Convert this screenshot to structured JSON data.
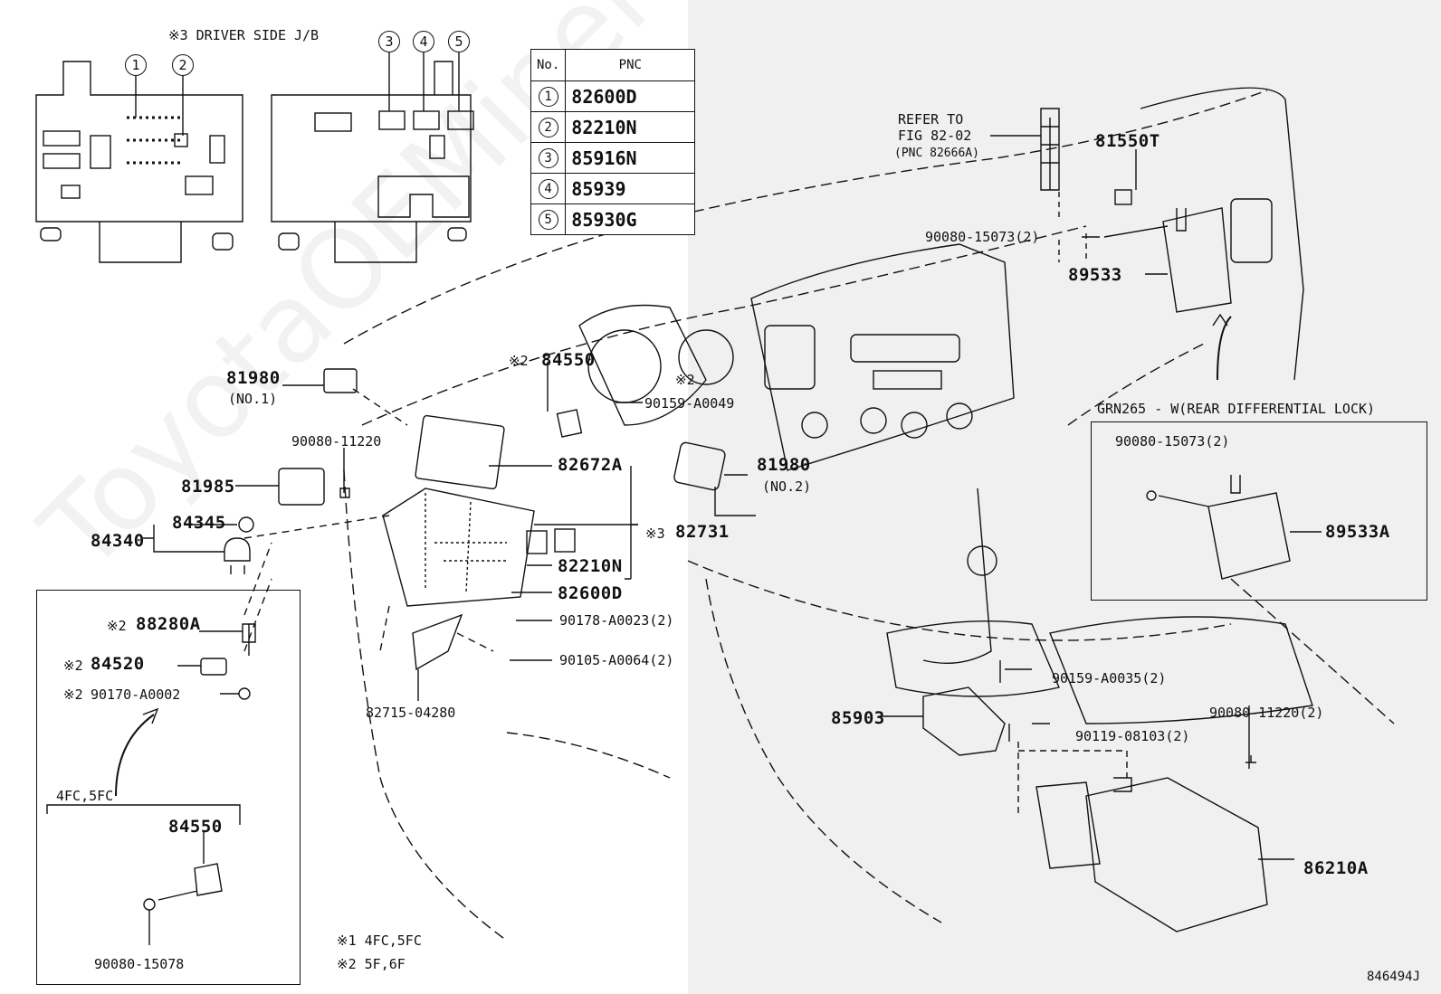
{
  "header": {
    "driver_jb": "※3 DRIVER SIDE J/B"
  },
  "table": {
    "col_no": "No.",
    "col_pnc": "PNC",
    "rows": [
      {
        "no": "1",
        "pnc": "82600D"
      },
      {
        "no": "2",
        "pnc": "82210N"
      },
      {
        "no": "3",
        "pnc": "85916N"
      },
      {
        "no": "4",
        "pnc": "85939"
      },
      {
        "no": "5",
        "pnc": "85930G"
      }
    ]
  },
  "callouts": {
    "c1": "1",
    "c2": "2",
    "c3": "3",
    "c4": "4",
    "c5": "5"
  },
  "refer": {
    "line1": "REFER TO",
    "line2": "FIG 82-02",
    "line3": "(PNC 82666A)"
  },
  "parts": {
    "p81550T": "81550T",
    "p90080_15073_top": "90080-15073(2)",
    "p89533": "89533",
    "p81980_no1": "81980",
    "no1": "(NO.1)",
    "p84550_mark": "※2",
    "p84550": "84550",
    "p90159_mark": "※2",
    "p90159_A0049": "90159-A0049",
    "p90080_11220": "90080-11220",
    "p82672A": "82672A",
    "p81980_no2": "81980",
    "no2": "(NO.2)",
    "p81985": "81985",
    "p84345": "84345",
    "p84340": "84340",
    "p82731_mark": "※3",
    "p82731": "82731",
    "p82210N": "82210N",
    "p82600D": "82600D",
    "p90178": "90178-A0023(2)",
    "p90105": "90105-A0064(2)",
    "p82715": "82715-04280",
    "p88280A_mark": "※2",
    "p88280A": "88280A",
    "p84520_mark": "※2",
    "p84520": "84520",
    "p90170_mark": "※2",
    "p90170": "90170-A0002",
    "fc_variant": "4FC,5FC",
    "p84550_inset": "84550",
    "p90080_15078": "90080-15078",
    "p90159_A0035": "90159-A0035(2)",
    "p85903": "85903",
    "p90119": "90119-08103(2)",
    "p90080_11220_2": "90080-11220(2)",
    "p86210A": "86210A"
  },
  "grn": {
    "title": "GRN265 - W(REAR DIFFERENTIAL LOCK)",
    "p90080": "90080-15073(2)",
    "p89533A": "89533A"
  },
  "notes": {
    "n1": "※1 4FC,5FC",
    "n2": "※2 5F,6F"
  },
  "figure_id": "846494J",
  "watermark": "ToyotaOEMiner"
}
